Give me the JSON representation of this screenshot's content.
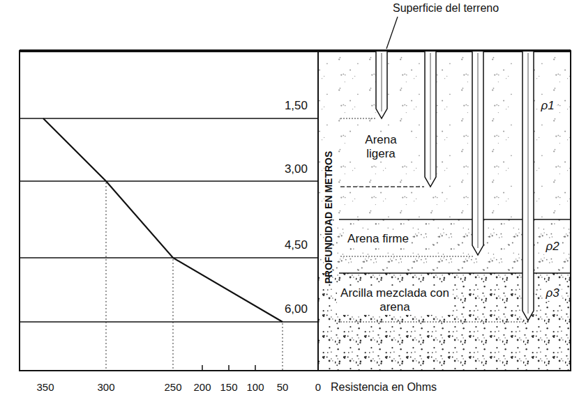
{
  "diagram": {
    "nodes": [
      {
        "text": [
          "Arena ligera",
          "ρ1"
        ]
      },
      {
        "text": [
          "Arena firme",
          "ρ2"
        ]
      },
      {
        "text": [
          "Arcilla mezclada con arena",
          "ρ3"
        ]
      }
    ],
    "labels": [
      "Superficie del terreno",
      "1,50",
      "3,00",
      "4,50",
      "6,00",
      "PROFUNDIDAD EN METROS",
      "350",
      "300",
      "250",
      "200",
      "150",
      "100",
      "50",
      "0",
      "Resistencia en Ohms"
    ]
  }
}
